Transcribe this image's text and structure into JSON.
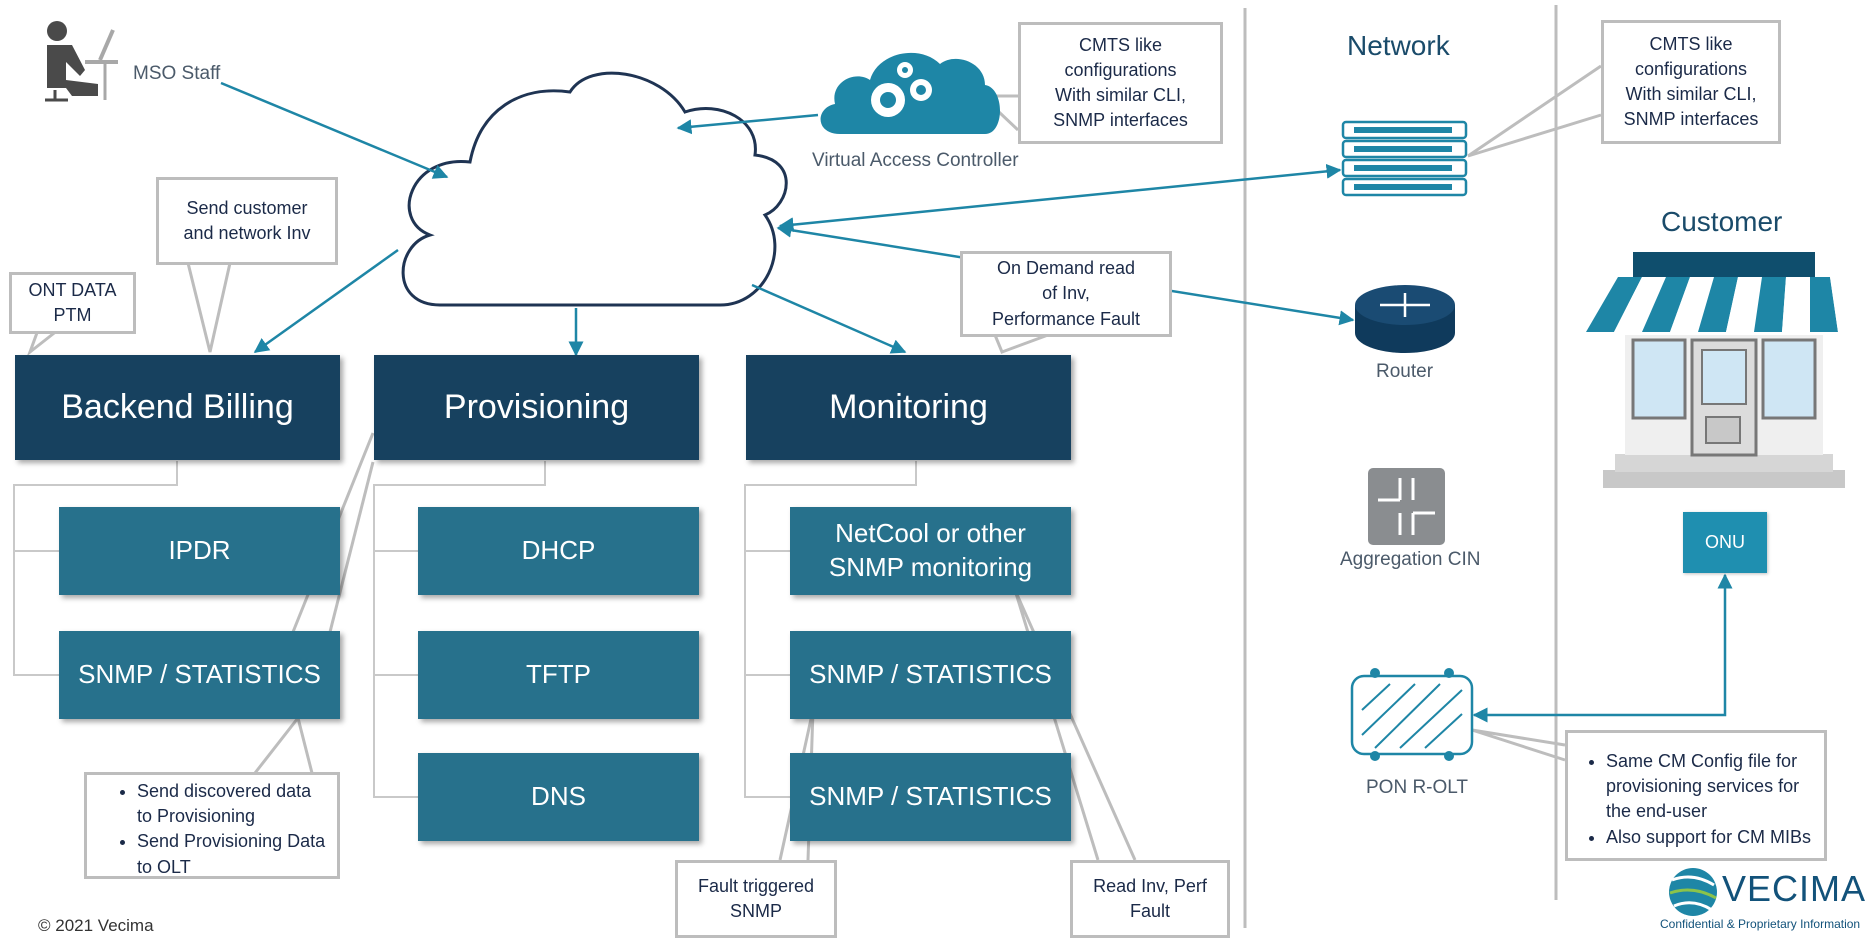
{
  "actors": {
    "mso_staff": "MSO Staff",
    "vac": "Virtual Access Controller"
  },
  "headings": {
    "network": "Network",
    "customer": "Customer"
  },
  "systems": {
    "backend_billing": "Backend Billing",
    "provisioning": "Provisioning",
    "monitoring": "Monitoring"
  },
  "subsystems": {
    "ipdr": "IPDR",
    "billing_snmp": "SNMP / STATISTICS",
    "dhcp": "DHCP",
    "tftp": "TFTP",
    "dns": "DNS",
    "netcool": "NetCool or other\nSNMP monitoring",
    "mon_snmp_1": "SNMP / STATISTICS",
    "mon_snmp_2": "SNMP / STATISTICS"
  },
  "callouts": {
    "vac_cmts": "CMTS like\nconfigurations\nWith similar CLI,\nSNMP interfaces",
    "net_cmts": "CMTS like\nconfigurations\nWith similar CLI,\nSNMP interfaces",
    "send_customer": "Send customer\nand network Inv",
    "ont_data": "ONT DATA\nPTM",
    "on_demand": "On Demand read\nof Inv,\nPerformance Fault",
    "fault_triggered": "Fault triggered\nSNMP",
    "read_inv": "Read Inv, Perf\nFault"
  },
  "billing_bullets": [
    "Send discovered data to Provisioning",
    "Send Provisioning Data to OLT"
  ],
  "olt_bullets": [
    "Same CM Config file for provisioning services for the end-user",
    "Also support for CM MIBs"
  ],
  "devices": {
    "router": "Router",
    "aggregation": "Aggregation CIN",
    "pon": "PON R-OLT",
    "onu": "ONU"
  },
  "footer": {
    "copyright": "© 2021 Vecima",
    "brand": "VECIMA",
    "confidential": "Confidential & Proprietary Information"
  },
  "colors": {
    "arrow": "#1e86a6",
    "dark_box": "#17415f",
    "mid_box": "#27718c",
    "onu": "#1f8fb0",
    "callout_border": "#bdbdbd"
  }
}
